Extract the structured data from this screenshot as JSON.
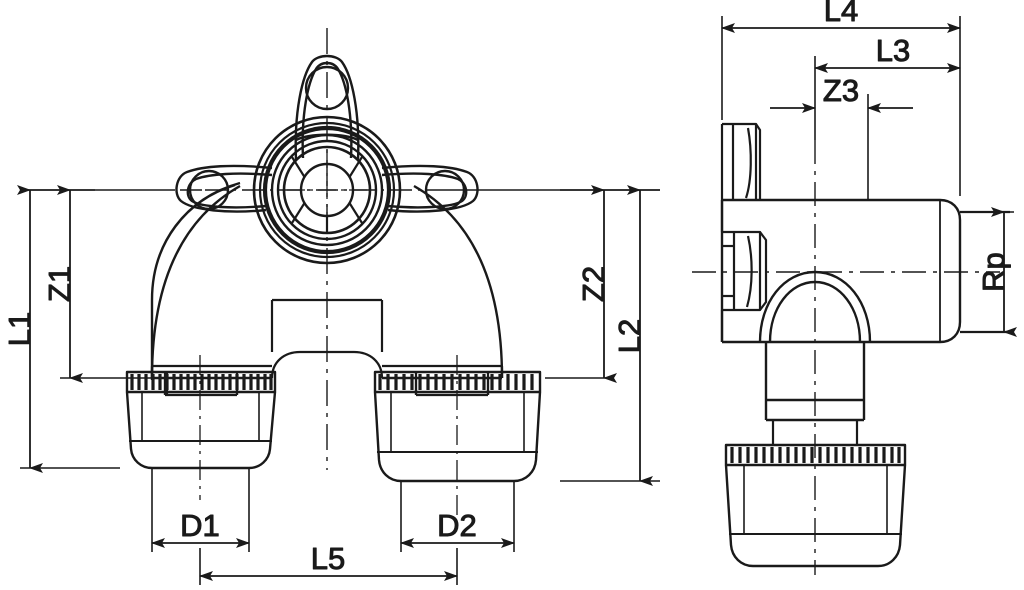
{
  "drawing": {
    "type": "technical-dimension-drawing",
    "subject": "dual-outlet wall-mount valve fitting",
    "views": [
      {
        "name": "front-view",
        "position": "left"
      },
      {
        "name": "side-view",
        "position": "right"
      }
    ],
    "line_color": "#1a1a1a",
    "background_color": "#ffffff"
  },
  "dimensions": {
    "L1": {
      "label": "L1",
      "view": "front-view",
      "orientation": "vertical",
      "side": "left"
    },
    "Z1": {
      "label": "Z1",
      "view": "front-view",
      "orientation": "vertical",
      "side": "left"
    },
    "L2": {
      "label": "L2",
      "view": "front-view",
      "orientation": "vertical",
      "side": "right"
    },
    "Z2": {
      "label": "Z2",
      "view": "front-view",
      "orientation": "vertical",
      "side": "right"
    },
    "D1": {
      "label": "D1",
      "view": "front-view",
      "orientation": "horizontal",
      "side": "bottom-left"
    },
    "D2": {
      "label": "D2",
      "view": "front-view",
      "orientation": "horizontal",
      "side": "bottom-right"
    },
    "L5": {
      "label": "L5",
      "view": "front-view",
      "orientation": "horizontal",
      "side": "bottom"
    },
    "L4": {
      "label": "L4",
      "view": "side-view",
      "orientation": "horizontal",
      "side": "top"
    },
    "L3": {
      "label": "L3",
      "view": "side-view",
      "orientation": "horizontal",
      "side": "top"
    },
    "Z3": {
      "label": "Z3",
      "view": "side-view",
      "orientation": "horizontal",
      "side": "top"
    },
    "Rp": {
      "label": "Rp",
      "view": "side-view",
      "orientation": "vertical",
      "side": "right"
    }
  }
}
